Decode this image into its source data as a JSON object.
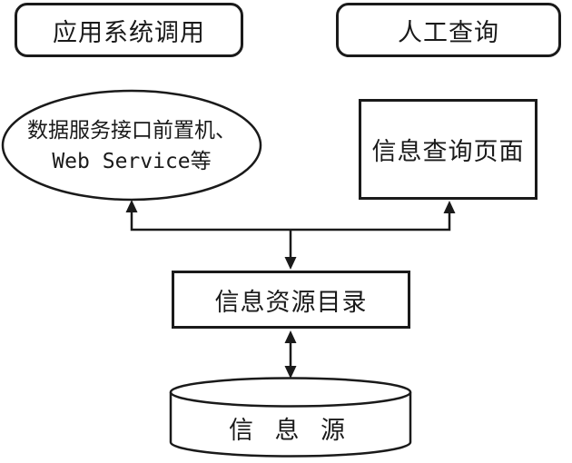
{
  "diagram": {
    "background_color": "#ffffff",
    "line_color": "#1a1a1a",
    "text_color": "#1a1a1a",
    "nodes": {
      "app_call": {
        "shape": "rounded-rect",
        "label": "应用系统调用"
      },
      "manual_query": {
        "shape": "rounded-rect",
        "label": "人工查询"
      },
      "service_frontend": {
        "shape": "ellipse",
        "line1": "数据服务接口前置机、",
        "line2": "Web Service等"
      },
      "query_page": {
        "shape": "rect",
        "label": "信息查询页面"
      },
      "resource_catalog": {
        "shape": "rect",
        "label": "信息资源目录"
      },
      "info_source": {
        "shape": "cylinder",
        "label": "信 息 源"
      }
    },
    "edges": [
      {
        "from": "resource_catalog",
        "to": "service_frontend",
        "style": "arrow-up"
      },
      {
        "from": "resource_catalog",
        "to": "query_page",
        "style": "arrow-up"
      },
      {
        "from": "junction",
        "to": "resource_catalog",
        "style": "arrow-down"
      },
      {
        "from": "resource_catalog",
        "to": "info_source",
        "style": "arrow-both"
      }
    ]
  }
}
